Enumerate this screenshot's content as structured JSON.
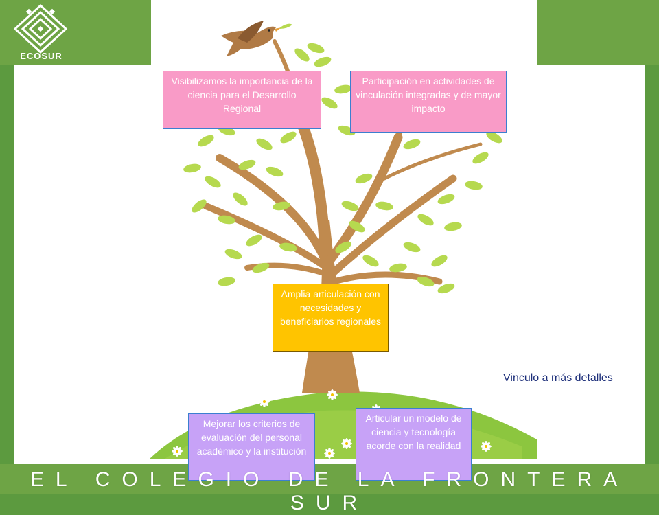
{
  "logo": {
    "label": "ECOSUR"
  },
  "footer": {
    "title": "EL COLEGIO DE LA FRONTERA SUR"
  },
  "boxes": {
    "top_left": "Visibilizamos la importancia de la ciencia para el Desarrollo Regional",
    "top_right": "Participación en actividades de vinculación integradas y de mayor impacto",
    "center": "Amplia articulación con necesidades y beneficiarios regionales",
    "bottom_left": "Mejorar los criterios de evaluación del personal académico y la institución",
    "bottom_right": "Articular un modelo de ciencia y tecnología acorde con la realidad"
  },
  "link": {
    "label": "Vinculo a más detalles"
  },
  "colors": {
    "green_frame": "#6ea445",
    "pink_box": "#f99bc7",
    "yellow_box": "#ffc400",
    "purple_box": "#c7a2f7",
    "box_border": "#3b7fd0",
    "trunk": "#c08a4e",
    "leaf": "#b6d94f",
    "grass": "#8cc63f",
    "link_text": "#1d2f7a"
  },
  "icons": [
    "ecosur-logo-icon",
    "bird-icon",
    "leaf-icon",
    "daisy-icon"
  ]
}
